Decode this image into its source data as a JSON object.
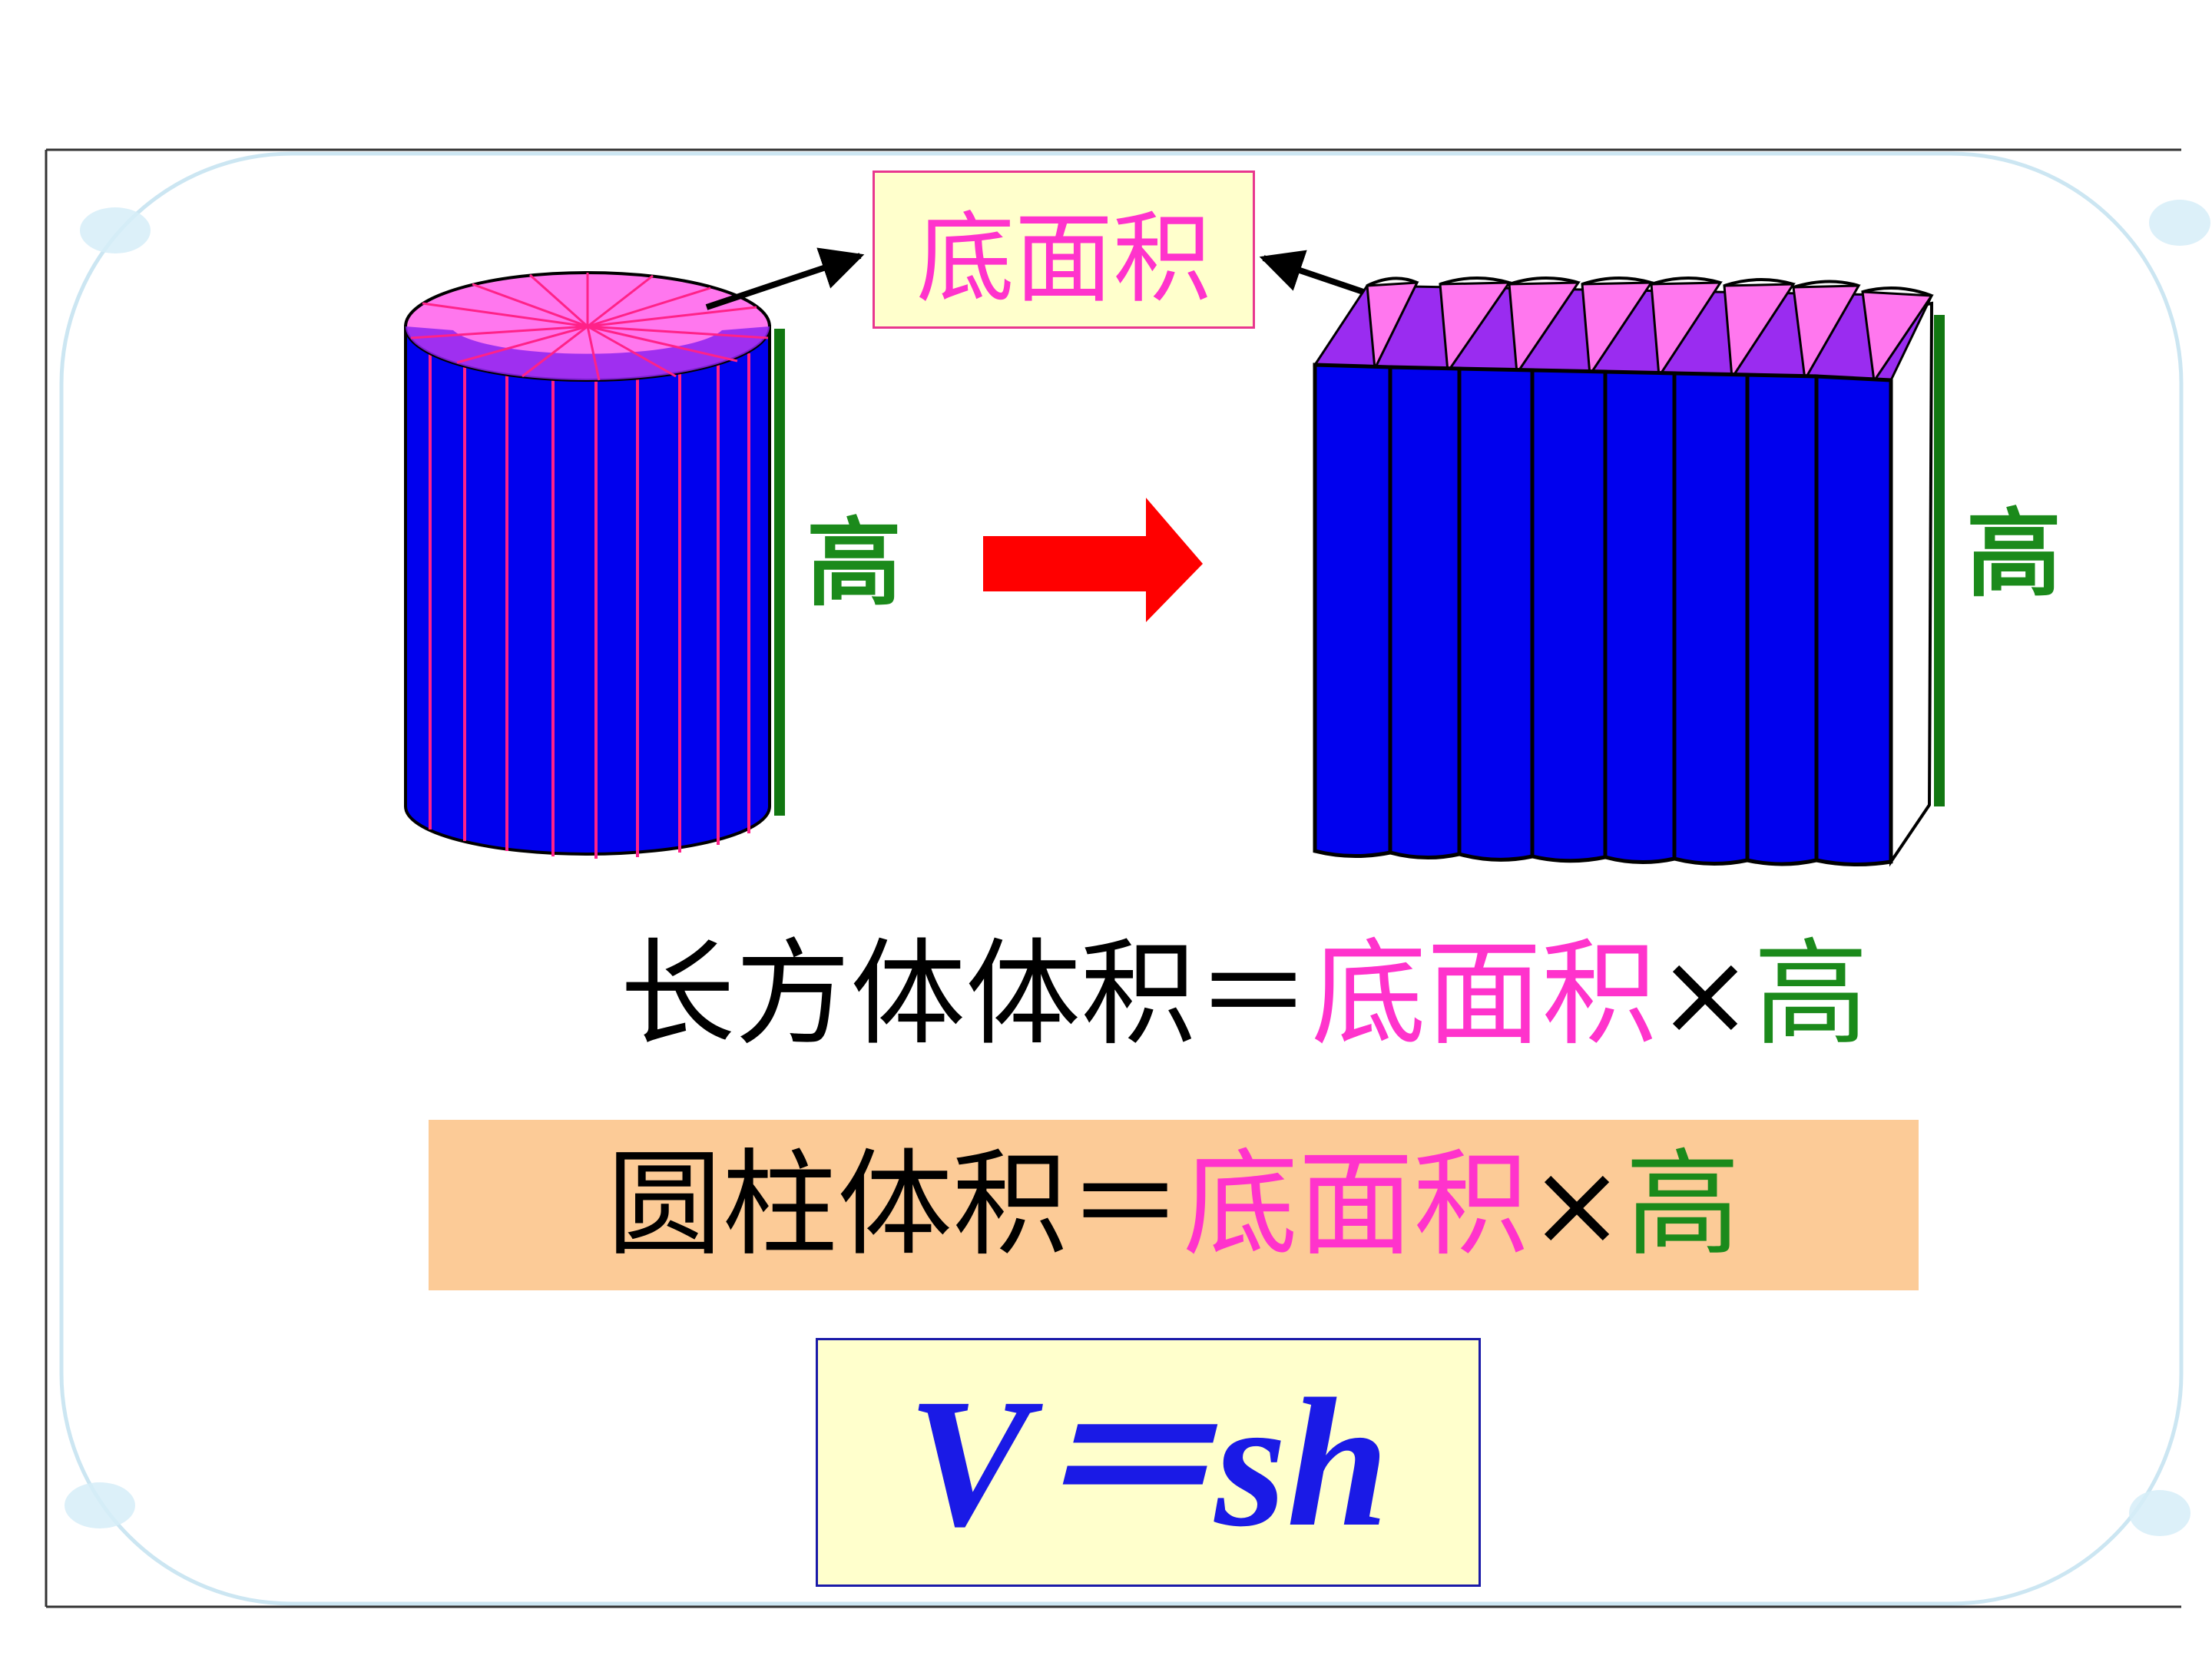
{
  "labels": {
    "base_area": "底面积",
    "height_left": "高",
    "height_right": "高"
  },
  "formula_cuboid": {
    "lhs": "长方体体积",
    "equals": "＝",
    "base_area": "底面积",
    "times": "×",
    "height": "高"
  },
  "formula_cylinder": {
    "lhs": "圆柱体积",
    "equals": "＝",
    "base_area": "底面积",
    "times": "×",
    "height": "高"
  },
  "formula_symbolic": {
    "text": "V＝sh"
  },
  "colors": {
    "cylinder_body": "#0000ee",
    "top_face": "#ff77ee",
    "top_face_shade": "#8e22f0",
    "slice_lines": "#ff2288",
    "height_bar": "#117711",
    "arrow": "#ff0000",
    "pink_text": "#ff33cc",
    "green_text": "#1b8a1b",
    "formula_highlight": "#fccb97",
    "symbolic_box": "#ffffcc",
    "symbolic_text": "#1a1ae6"
  }
}
